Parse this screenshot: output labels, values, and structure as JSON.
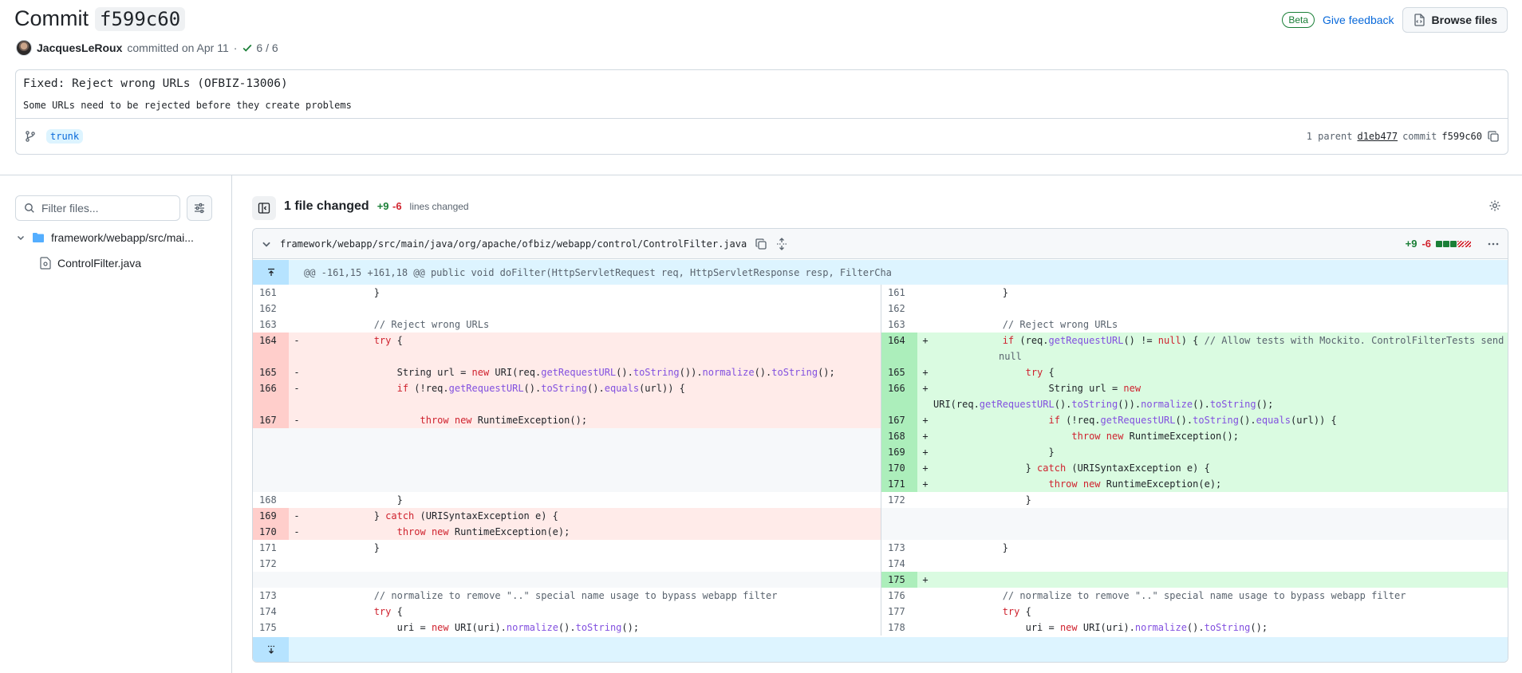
{
  "header": {
    "title_prefix": "Commit",
    "sha": "f599c60",
    "beta_label": "Beta",
    "feedback_label": "Give feedback",
    "browse_label": "Browse files"
  },
  "author": {
    "name": "JacquesLeRoux",
    "committed": "committed on Apr 11",
    "separator": "·",
    "checks": "6 / 6"
  },
  "message": {
    "title": "Fixed: Reject wrong URLs (OFBIZ-13006)",
    "body": "Some URLs need to be rejected before they create problems",
    "branch": "trunk",
    "parent_prefix": "1 parent",
    "parent_sha": "d1eb477",
    "commit_label": "commit",
    "commit_sha": "f599c60"
  },
  "sidebar": {
    "filter_placeholder": "Filter files...",
    "folder": "framework/webapp/src/mai...",
    "file": "ControlFilter.java"
  },
  "diff_summary": {
    "files_changed": "1 file changed",
    "additions": "+9",
    "deletions": "-6",
    "lines_changed": "lines changed"
  },
  "file": {
    "path": "framework/webapp/src/main/java/org/apache/ofbiz/webapp/control/ControlFilter.java",
    "additions": "+9",
    "deletions": "-6",
    "hunk": "@@ -161,15 +161,18 @@ public void doFilter(HttpServletRequest req, HttpServletResponse resp, FilterCha"
  },
  "colors": {
    "accent": "#0969da",
    "addition": "#1a7f37",
    "deletion": "#d1242f"
  }
}
